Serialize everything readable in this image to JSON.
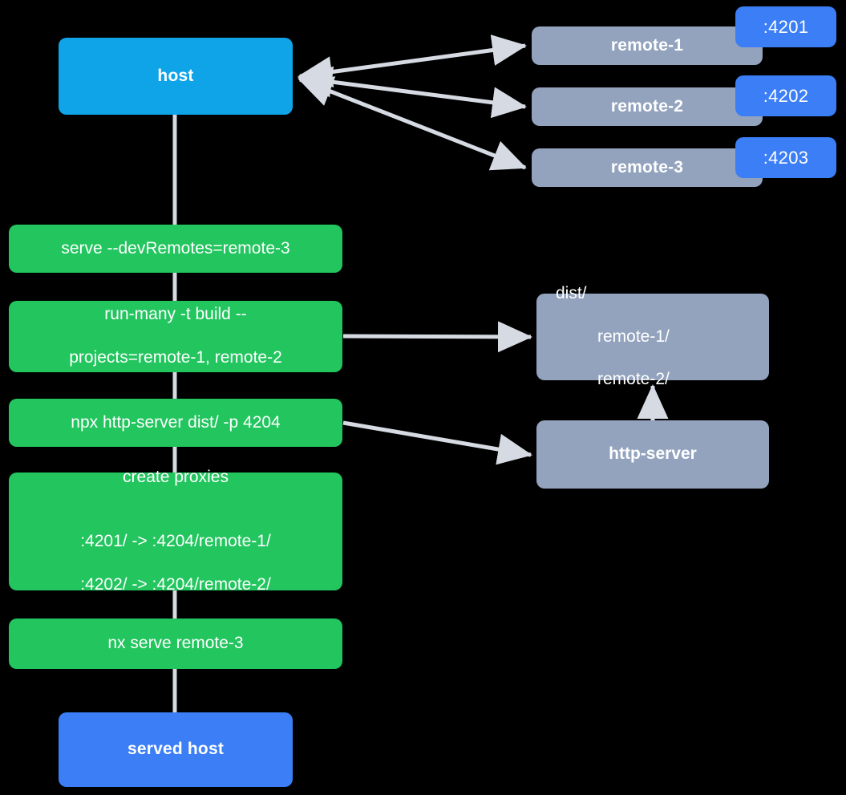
{
  "diagram": {
    "title": "Nx module federation dev-serve flow",
    "colors": {
      "background": "#000000",
      "host": "#0fa4e8",
      "served_host": "#3b7ef5",
      "remote": "#93a3be",
      "command": "#22c55e",
      "artifact": "#93a3be",
      "badge": "#3b7ef5",
      "edge": "#d5dae3",
      "text": "#ffffff"
    }
  },
  "nodes": {
    "host": {
      "label": "host"
    },
    "served_host": {
      "label": "served host"
    },
    "remote_1": {
      "label": "remote-1",
      "port": ":4201"
    },
    "remote_2": {
      "label": "remote-2",
      "port": ":4202"
    },
    "remote_3": {
      "label": "remote-3",
      "port": ":4203"
    },
    "cmd_serve": {
      "label": "serve --devRemotes=remote-3"
    },
    "cmd_run_many": {
      "line1": "run-many -t build --",
      "line2": "projects=remote-1, remote-2"
    },
    "cmd_http_server": {
      "label": "npx http-server dist/ -p 4204"
    },
    "cmd_create_proxies": {
      "title": "create proxies",
      "mapping_1": ":4201/ -> :4204/remote-1/",
      "mapping_2": ":4202/ -> :4204/remote-2/"
    },
    "cmd_nx_serve": {
      "label": "nx serve remote-3"
    },
    "dist": {
      "line1": "dist/",
      "line2": "remote-1/",
      "line3": "remote-2/"
    },
    "http_server": {
      "label": "http-server"
    }
  }
}
